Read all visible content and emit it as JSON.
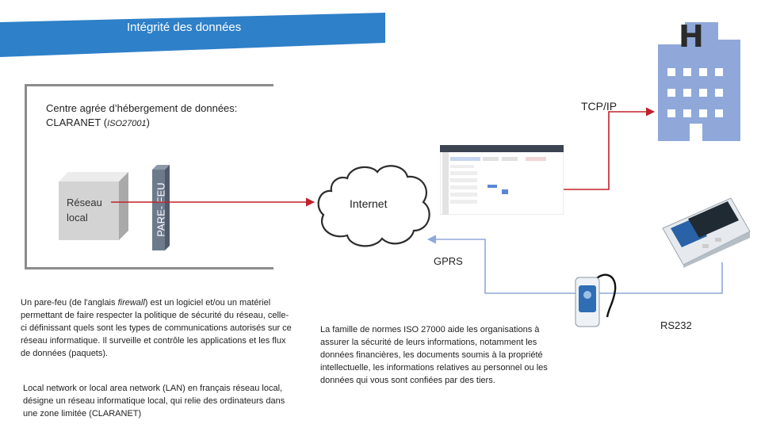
{
  "banner": {
    "title": "Intégrité des données",
    "color": "#2e80c8"
  },
  "hospital": {
    "letter": "H",
    "color": "#8fa8d9"
  },
  "datacenter": {
    "title_line1": "Centre agrée d’hébergement de données:",
    "title_line2_prefix": "CLARANET (",
    "title_line2_em": "ISO27001",
    "title_line2_suffix": ")"
  },
  "local_network": {
    "label_line1": "Réseau",
    "label_line2": "local"
  },
  "firewall": {
    "label": "PARE- FEU",
    "color": "#6d7a8c"
  },
  "internet": {
    "label": "Internet"
  },
  "links": {
    "tcp": "TCP/IP",
    "gprs": "GPRS",
    "rs232": "RS232",
    "color": "#c0222a"
  },
  "paragraphs": {
    "firewall_before_em": "Un pare-feu (de l'anglais ",
    "firewall_em": "firewall",
    "firewall_after_em": ") est un logiciel et/ou un matériel permettant de faire respecter la politique de sécurité du réseau, celle-ci définissant quels sont les types de communications autorisés sur ce réseau informatique. Il surveille et contrôle les applications et les flux de données (paquets).",
    "lan": "Local network or local area network (LAN) en français réseau local, désigne un réseau informatique local, qui relie des ordinateurs dans une zone limitée (CLARANET)",
    "iso": "La famille de normes ISO 27000 aide les organisations à assurer la sécurité de leurs informations, notamment les données financières, les documents soumis à la propriété intellectuelle, les informations relatives au personnel ou les données qui vous sont confiées par des tiers."
  }
}
